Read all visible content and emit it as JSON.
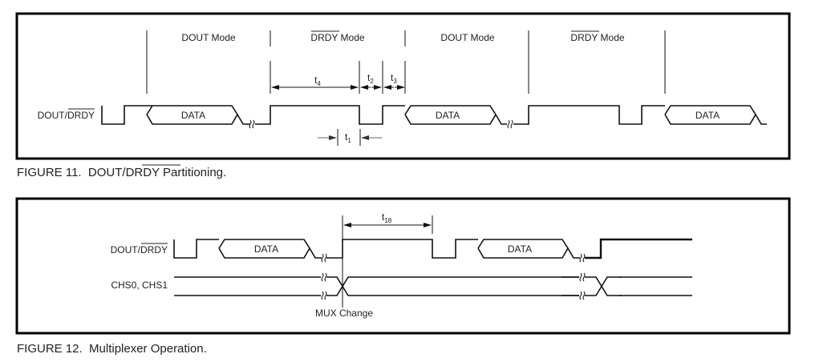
{
  "figures": [
    {
      "id": "figure-11",
      "caption_prefix": "FIGURE 11.  DOUT/",
      "caption_overline": "DRDY",
      "caption_suffix": " Partitioning.",
      "signal_label_prefix": "DOUT/",
      "signal_label_overline": "DRDY",
      "modes": [
        {
          "prefix": "",
          "overline": "",
          "text": "DOUT Mode"
        },
        {
          "prefix": "",
          "overline": "DRDY",
          "text": " Mode"
        },
        {
          "prefix": "",
          "overline": "",
          "text": "DOUT Mode"
        },
        {
          "prefix": "",
          "overline": "DRDY",
          "text": " Mode"
        }
      ],
      "data_labels": [
        "DATA",
        "DATA",
        "DATA"
      ],
      "timing": {
        "t4": {
          "base": "t",
          "sub": "4"
        },
        "t2": {
          "base": "t",
          "sub": "2"
        },
        "t3": {
          "base": "t",
          "sub": "3"
        },
        "t1": {
          "base": "t",
          "sub": "1"
        }
      }
    },
    {
      "id": "figure-12",
      "caption": "FIGURE 12.  Multiplexer Operation.",
      "signal_label_prefix": "DOUT/",
      "signal_label_overline": "DRDY",
      "chs_label": "CHS0, CHS1",
      "data_labels": [
        "DATA",
        "DATA"
      ],
      "timing": {
        "t18": {
          "base": "t",
          "sub": "18"
        }
      },
      "mux_label": "MUX Change"
    }
  ]
}
